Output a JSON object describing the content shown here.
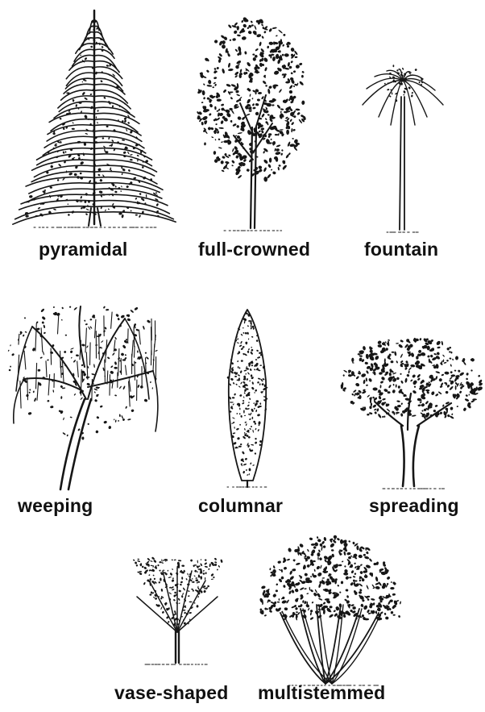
{
  "figure": {
    "trees": [
      {
        "id": "pyramidal",
        "label": "pyramidal"
      },
      {
        "id": "full-crowned",
        "label": "full-crowned"
      },
      {
        "id": "fountain",
        "label": "fountain"
      },
      {
        "id": "weeping",
        "label": "weeping"
      },
      {
        "id": "columnar",
        "label": "columnar"
      },
      {
        "id": "spreading",
        "label": "spreading"
      },
      {
        "id": "vase-shaped",
        "label": "vase-shaped"
      },
      {
        "id": "multistemmed",
        "label": "multistemmed"
      }
    ],
    "ink_color": "#161616",
    "background_color": "#ffffff"
  }
}
